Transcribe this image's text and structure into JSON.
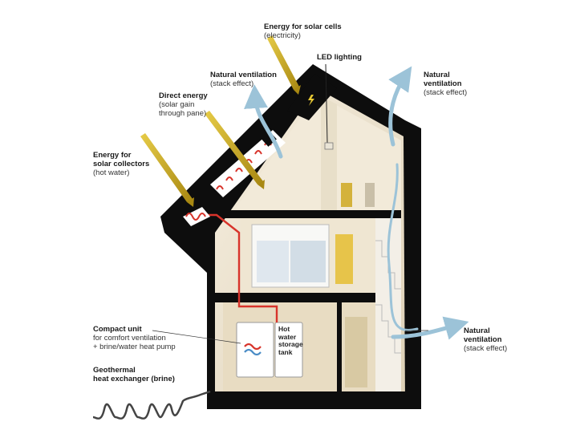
{
  "labels": {
    "solar_cells": {
      "title": "Energy for solar cells",
      "sub": "(electricity)"
    },
    "led": {
      "title": "LED lighting"
    },
    "nat_vent_left": {
      "title": "Natural ventilation",
      "sub": "(stack effect)"
    },
    "nat_vent_right": {
      "title1": "Natural",
      "title2": "ventilation",
      "sub": "(stack effect)"
    },
    "direct_energy": {
      "title": "Direct energy",
      "sub1": "(solar gain",
      "sub2": "through pane)"
    },
    "solar_collectors": {
      "title1": "Energy for",
      "title2": "solar collectors",
      "sub": "(hot water)"
    },
    "nat_vent_bottom": {
      "title1": "Natural",
      "title2": "ventilation",
      "sub": "(stack effect)"
    },
    "compact_unit": {
      "title": "Compact unit",
      "sub1": "for comfort ventilation",
      "sub2": "+ brine/water heat pump"
    },
    "geothermal": {
      "title1": "Geothermal",
      "title2": "heat exchanger (brine)"
    },
    "tank": {
      "l1": "Hot",
      "l2": "water",
      "l3": "storage",
      "l4": "tank"
    }
  },
  "colors": {
    "sun_ray": "#c9a81e",
    "air_arrow": "#9cc3d8",
    "pipe": "#d8342b",
    "wall": "#0d0d0d",
    "interior": "#efe6d2"
  }
}
